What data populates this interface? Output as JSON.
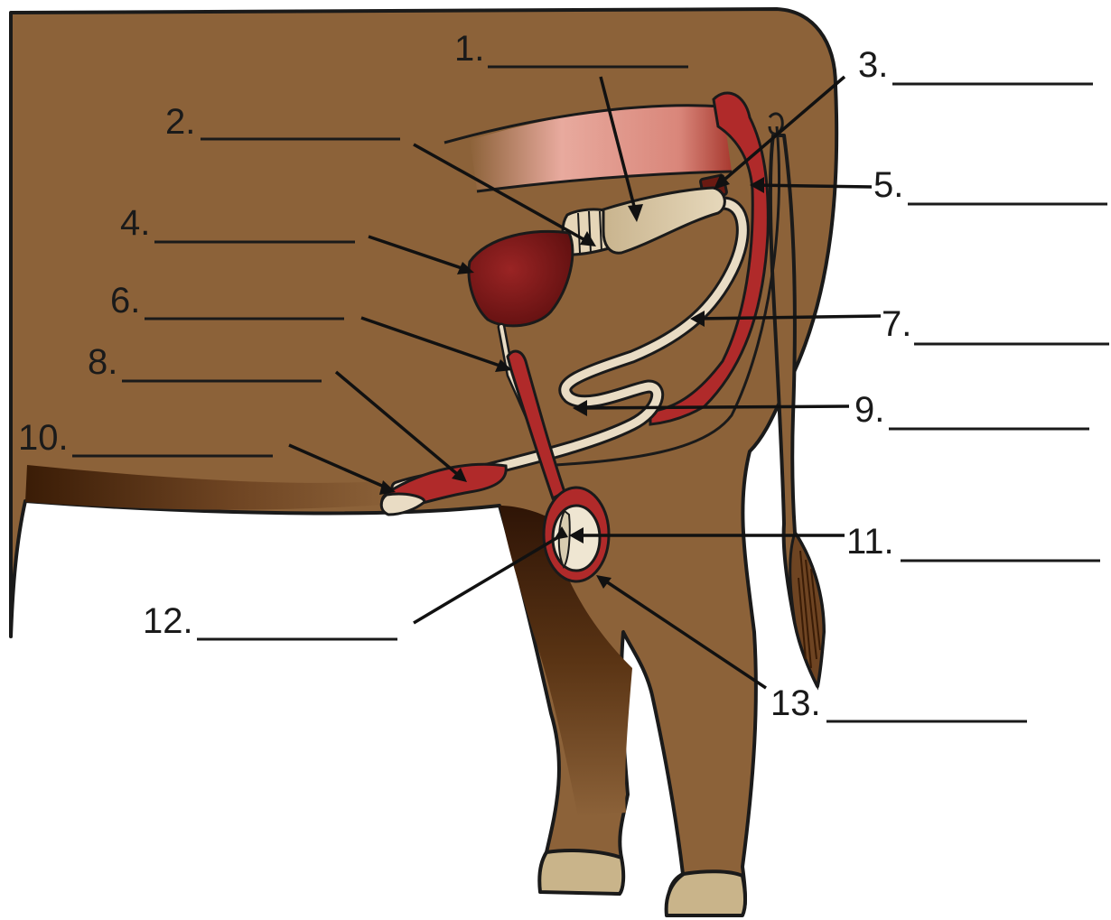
{
  "labels": [
    {
      "id": "1",
      "text": "1."
    },
    {
      "id": "2",
      "text": "2."
    },
    {
      "id": "3",
      "text": "3."
    },
    {
      "id": "4",
      "text": "4."
    },
    {
      "id": "5",
      "text": "5."
    },
    {
      "id": "6",
      "text": "6."
    },
    {
      "id": "7",
      "text": "7."
    },
    {
      "id": "8",
      "text": "8."
    },
    {
      "id": "9",
      "text": "9."
    },
    {
      "id": "10",
      "text": "10."
    },
    {
      "id": "11",
      "text": "11."
    },
    {
      "id": "12",
      "text": "12."
    },
    {
      "id": "13",
      "text": "13."
    }
  ],
  "colors": {
    "hide": "#8c6239",
    "hide_dark": "#4a2a10",
    "hoof": "#c9b48a",
    "organ_red": "#b02a2a",
    "organ_dark": "#7a1616",
    "tube_cream": "#e9dcc4",
    "gland_tan": "#c8b48e",
    "muscle_pink": "#e8a8a0"
  }
}
